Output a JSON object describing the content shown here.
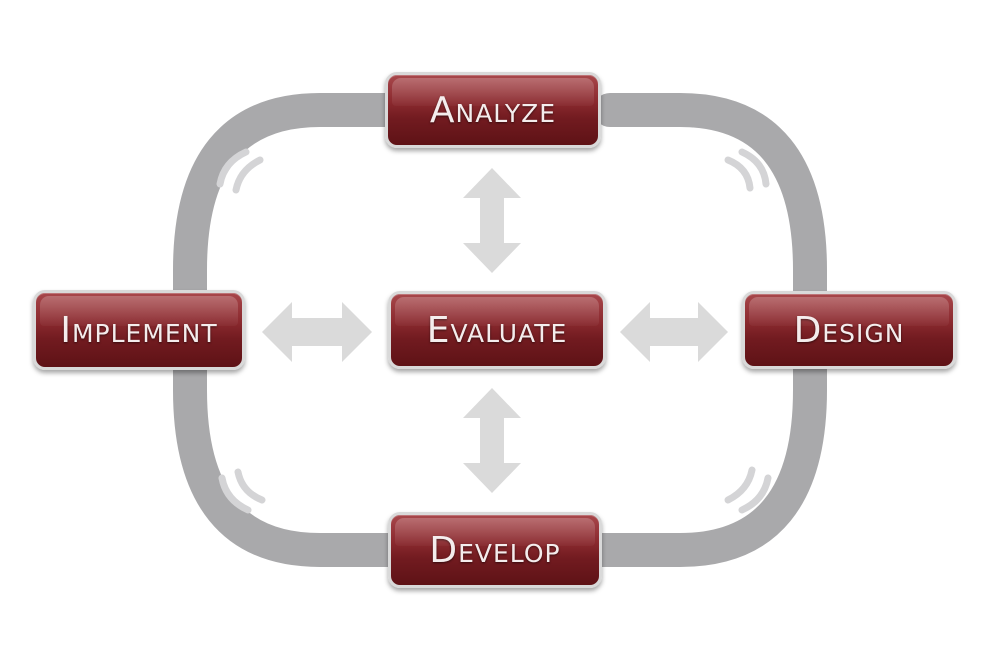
{
  "phases": {
    "analyze": "Analyze",
    "implement": "Implement",
    "evaluate": "Evaluate",
    "design": "Design",
    "develop": "Develop"
  },
  "colors": {
    "box_fill": "#7e2227",
    "box_border": "#d9d9d9",
    "box_text": "#f4ecec",
    "ring": "#a9a9ab",
    "arrow": "#dadada",
    "background": "#ffffff"
  }
}
